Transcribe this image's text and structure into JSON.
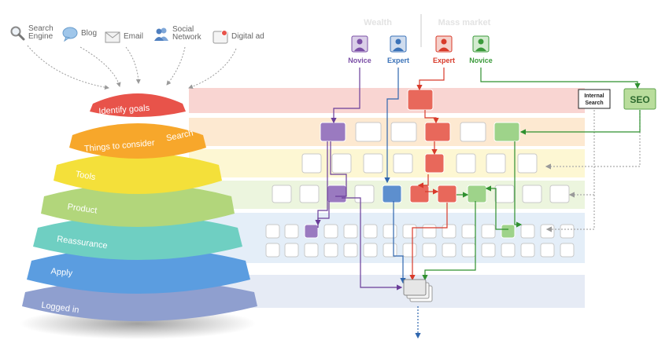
{
  "sources": [
    {
      "icon": "search-icon",
      "label": "Search\nEngine"
    },
    {
      "icon": "speech-bubble-icon",
      "label": "Blog"
    },
    {
      "icon": "envelope-icon",
      "label": "Email"
    },
    {
      "icon": "people-icon",
      "label": "Social\nNetwork"
    },
    {
      "icon": "ad-window-icon",
      "label": "Digital ad"
    }
  ],
  "funnel": {
    "tiers": [
      {
        "name": "Identify goals",
        "color": "#e8534a"
      },
      {
        "name": "Things to consider",
        "extra": "Search",
        "color": "#f7a72b"
      },
      {
        "name": "Tools",
        "color": "#f4e03a"
      },
      {
        "name": "Product",
        "color": "#b2d67b"
      },
      {
        "name": "Reassurance",
        "color": "#6fcfc2"
      },
      {
        "name": "Apply",
        "color": "#5b9de0"
      },
      {
        "name": "Logged in",
        "color": "#8f9fcf"
      }
    ]
  },
  "headers": {
    "left": "Wealth",
    "right": "Mass market"
  },
  "personas": [
    {
      "label": "Novice",
      "color": "#7b4fa6"
    },
    {
      "label": "Expert",
      "color": "#3a72b8"
    },
    {
      "label": "Expert",
      "color": "#d83a2a"
    },
    {
      "label": "Novice",
      "color": "#3b9a3b"
    }
  ],
  "internal_search": "Internal\nSearch",
  "seo": "SEO",
  "colors": {
    "purple": "#9a7ac0",
    "blue": "#5d8fce",
    "red": "#e8685b",
    "green": "#9ed38a",
    "bandPink": "#f9d5d2",
    "bandOrange": "#fde9d1",
    "bandYellow": "#fdf7d3",
    "bandGreen": "#ecf5de",
    "bandBlue": "#e4eef8"
  }
}
